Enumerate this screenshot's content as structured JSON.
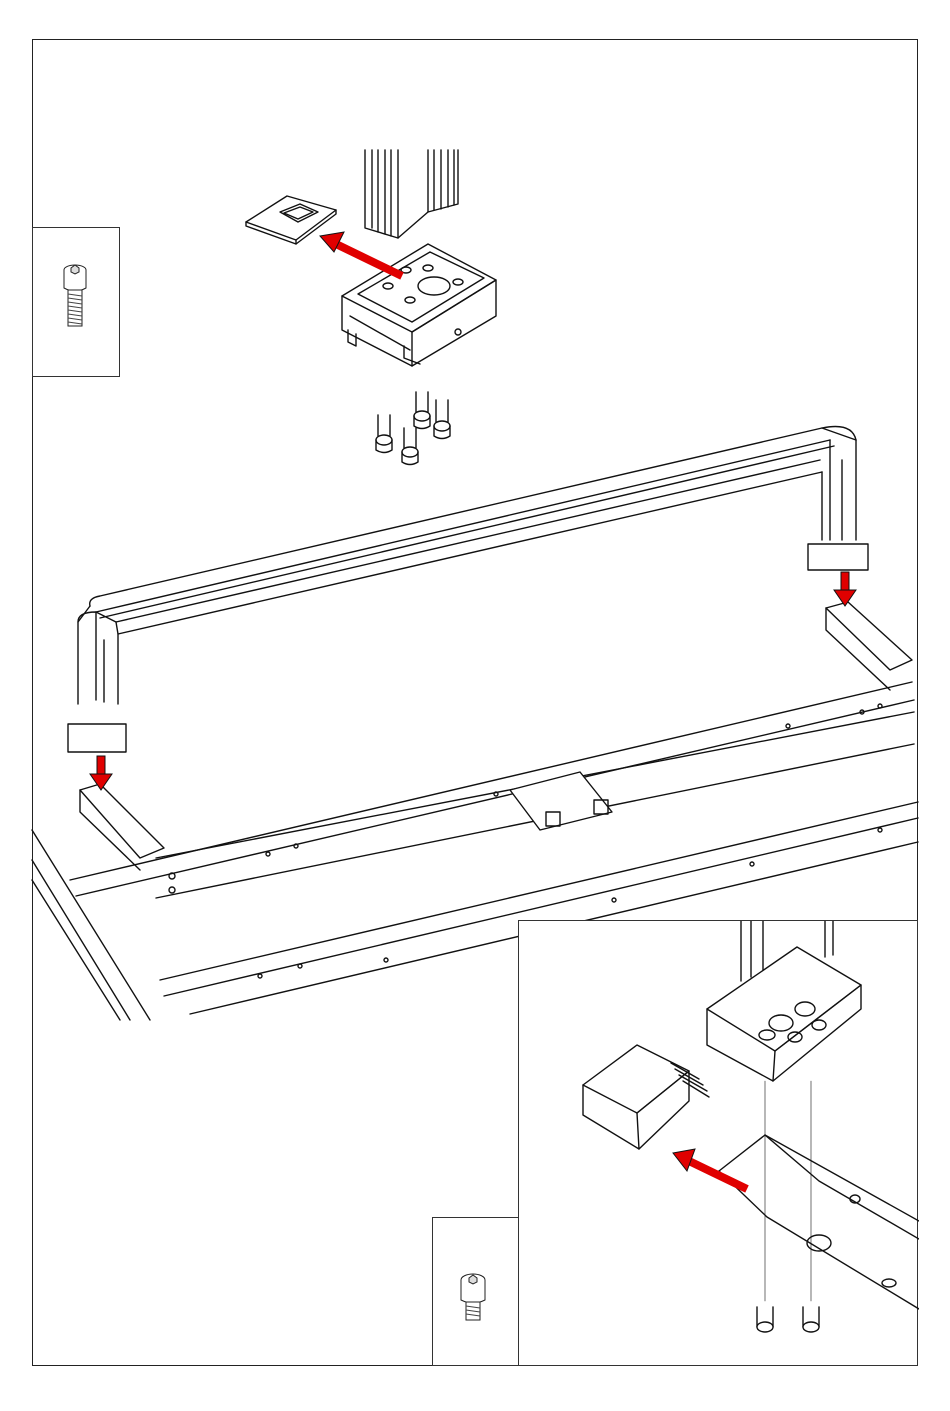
{
  "page": {
    "kind": "assembly-instruction-step",
    "colors": {
      "line": "#111111",
      "arrow": "#e00000",
      "background": "#ffffff"
    }
  },
  "callouts": [
    {
      "id": "hardware-long-bolt",
      "icon": "socket-head-bolt-long-icon"
    },
    {
      "id": "hardware-short-bolt",
      "icon": "socket-head-bolt-short-icon"
    }
  ],
  "arrows": [
    {
      "id": "arrow-cover-plate",
      "color": "#e00000"
    },
    {
      "id": "arrow-left-leg",
      "color": "#e00000"
    },
    {
      "id": "arrow-right-leg",
      "color": "#e00000"
    },
    {
      "id": "arrow-end-cap",
      "color": "#e00000"
    }
  ]
}
